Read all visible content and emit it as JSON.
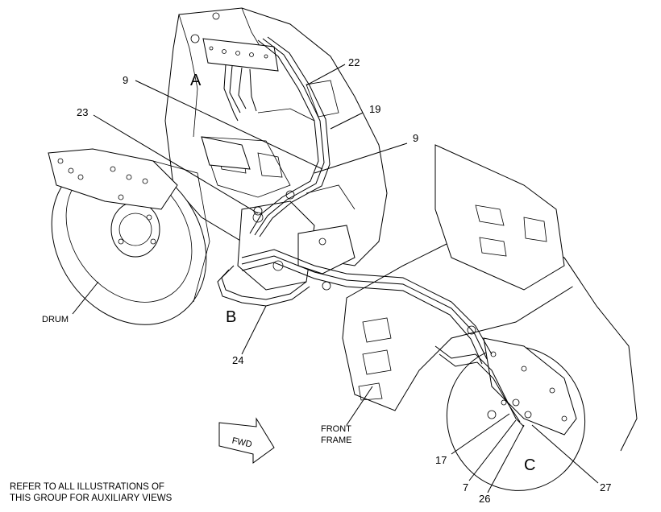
{
  "callouts": [
    {
      "id": "22",
      "label": "22"
    },
    {
      "id": "9a",
      "label": "9"
    },
    {
      "id": "19",
      "label": "19"
    },
    {
      "id": "23",
      "label": "23"
    },
    {
      "id": "9b",
      "label": "9"
    },
    {
      "id": "24",
      "label": "24"
    },
    {
      "id": "17",
      "label": "17"
    },
    {
      "id": "7",
      "label": "7"
    },
    {
      "id": "26",
      "label": "26"
    },
    {
      "id": "27",
      "label": "27"
    }
  ],
  "view_letters": {
    "a": "A",
    "b": "B",
    "c": "C"
  },
  "labels": {
    "drum": "DRUM",
    "front": "FRONT",
    "frame": "FRAME",
    "fwd": "FWD"
  },
  "note": {
    "line1": "REFER TO ALL ILLUSTRATIONS OF",
    "line2": "THIS GROUP FOR AUXILIARY VIEWS"
  }
}
